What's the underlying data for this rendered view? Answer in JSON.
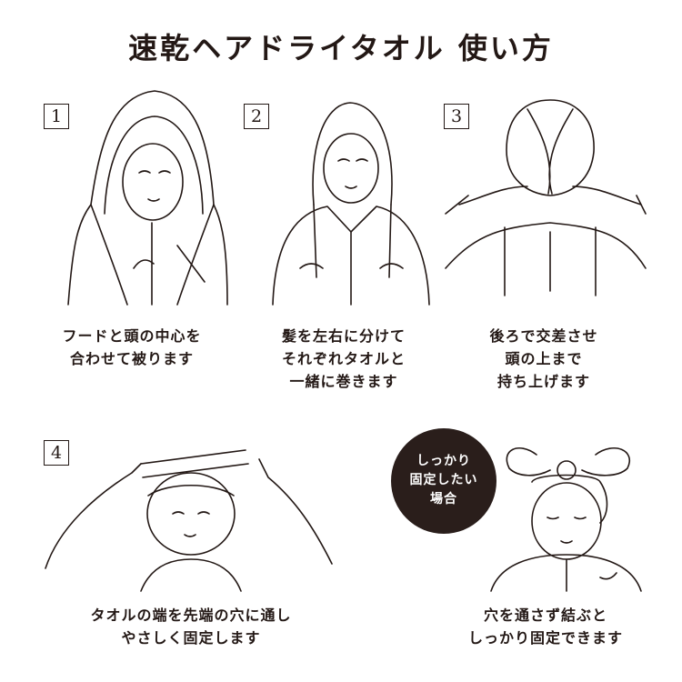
{
  "title": "速乾ヘアドライタオル 使い方",
  "steps": [
    {
      "num": "1",
      "lines": [
        "フードと頭の中心を",
        "合わせて被ります"
      ]
    },
    {
      "num": "2",
      "lines": [
        "髪を左右に分けて",
        "それぞれタオルと",
        "一緒に巻きます"
      ]
    },
    {
      "num": "3",
      "lines": [
        "後ろで交差させ",
        "頭の上まで",
        "持ち上げます"
      ]
    },
    {
      "num": "4",
      "lines": [
        "タオルの端を先端の穴に通し",
        "やさしく固定します"
      ]
    }
  ],
  "badge": {
    "lines": [
      "しっかり",
      "固定したい",
      "場合"
    ]
  },
  "extra": {
    "lines": [
      "穴を通さず結ぶと",
      "しっかり固定できます"
    ]
  }
}
